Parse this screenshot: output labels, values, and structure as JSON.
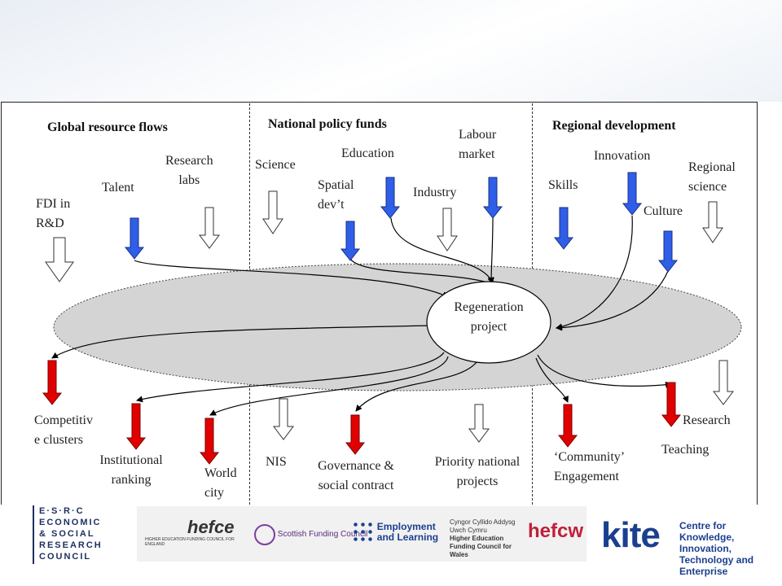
{
  "sections": {
    "global": "Global resource flows",
    "national": "National policy funds",
    "regional": "Regional development"
  },
  "inputs": {
    "fdi_line1": "FDI in",
    "fdi_line2": "R&D",
    "talent": "Talent",
    "research_labs_line1": "Research",
    "research_labs_line2": "labs",
    "science": "Science",
    "spatial_line1": "Spatial",
    "spatial_line2": "dev’t",
    "education": "Education",
    "industry": "Industry",
    "labour_line1": "Labour",
    "labour_line2": "market",
    "skills": "Skills",
    "innovation": "Innovation",
    "culture": "Culture",
    "regional_science_line1": "Regional",
    "regional_science_line2": "science"
  },
  "center": {
    "line1": "Regeneration",
    "line2": "project"
  },
  "outputs": {
    "competitive_line1": "Competitiv",
    "competitive_line2": "e clusters",
    "institutional_line1": "Institutional",
    "institutional_line2": "ranking",
    "world_line1": "World",
    "world_line2": "city",
    "nis": "NIS",
    "governance_line1": "Governance &",
    "governance_line2": "social contract",
    "priority_line1": "Priority national",
    "priority_line2": "projects",
    "community_line1": "‘Community’",
    "community_line2": "Engagement",
    "research": "Research",
    "teaching": "Teaching"
  },
  "logos": {
    "esrc_line1": "E·S·R·C",
    "esrc_line2": "ECONOMIC",
    "esrc_line3": "& SOCIAL",
    "esrc_line4": "RESEARCH",
    "esrc_line5": "COUNCIL",
    "hefce": "hefce",
    "hefce_sub": "HIGHER EDUCATION FUNDING COUNCIL FOR ENGLAND",
    "sfc": "Scottish Funding Council",
    "del_line1": "Employment",
    "del_line2": "and Learning",
    "hefcw_welsh": "Cyngor Cyllido Addysg Uwch Cymru",
    "hefcw_english": "Higher Education Funding Council for Wales",
    "hefcw": "hefcw",
    "kite": "kite",
    "kite_sub": "Centre for Knowledge, Innovation, Technology and Enterprise"
  },
  "colors": {
    "input_arrow": "#2f5fe8",
    "output_arrow": "#e00000",
    "ellipse_fill": "#d4d4d4",
    "kite_blue": "#1b3f8f"
  }
}
